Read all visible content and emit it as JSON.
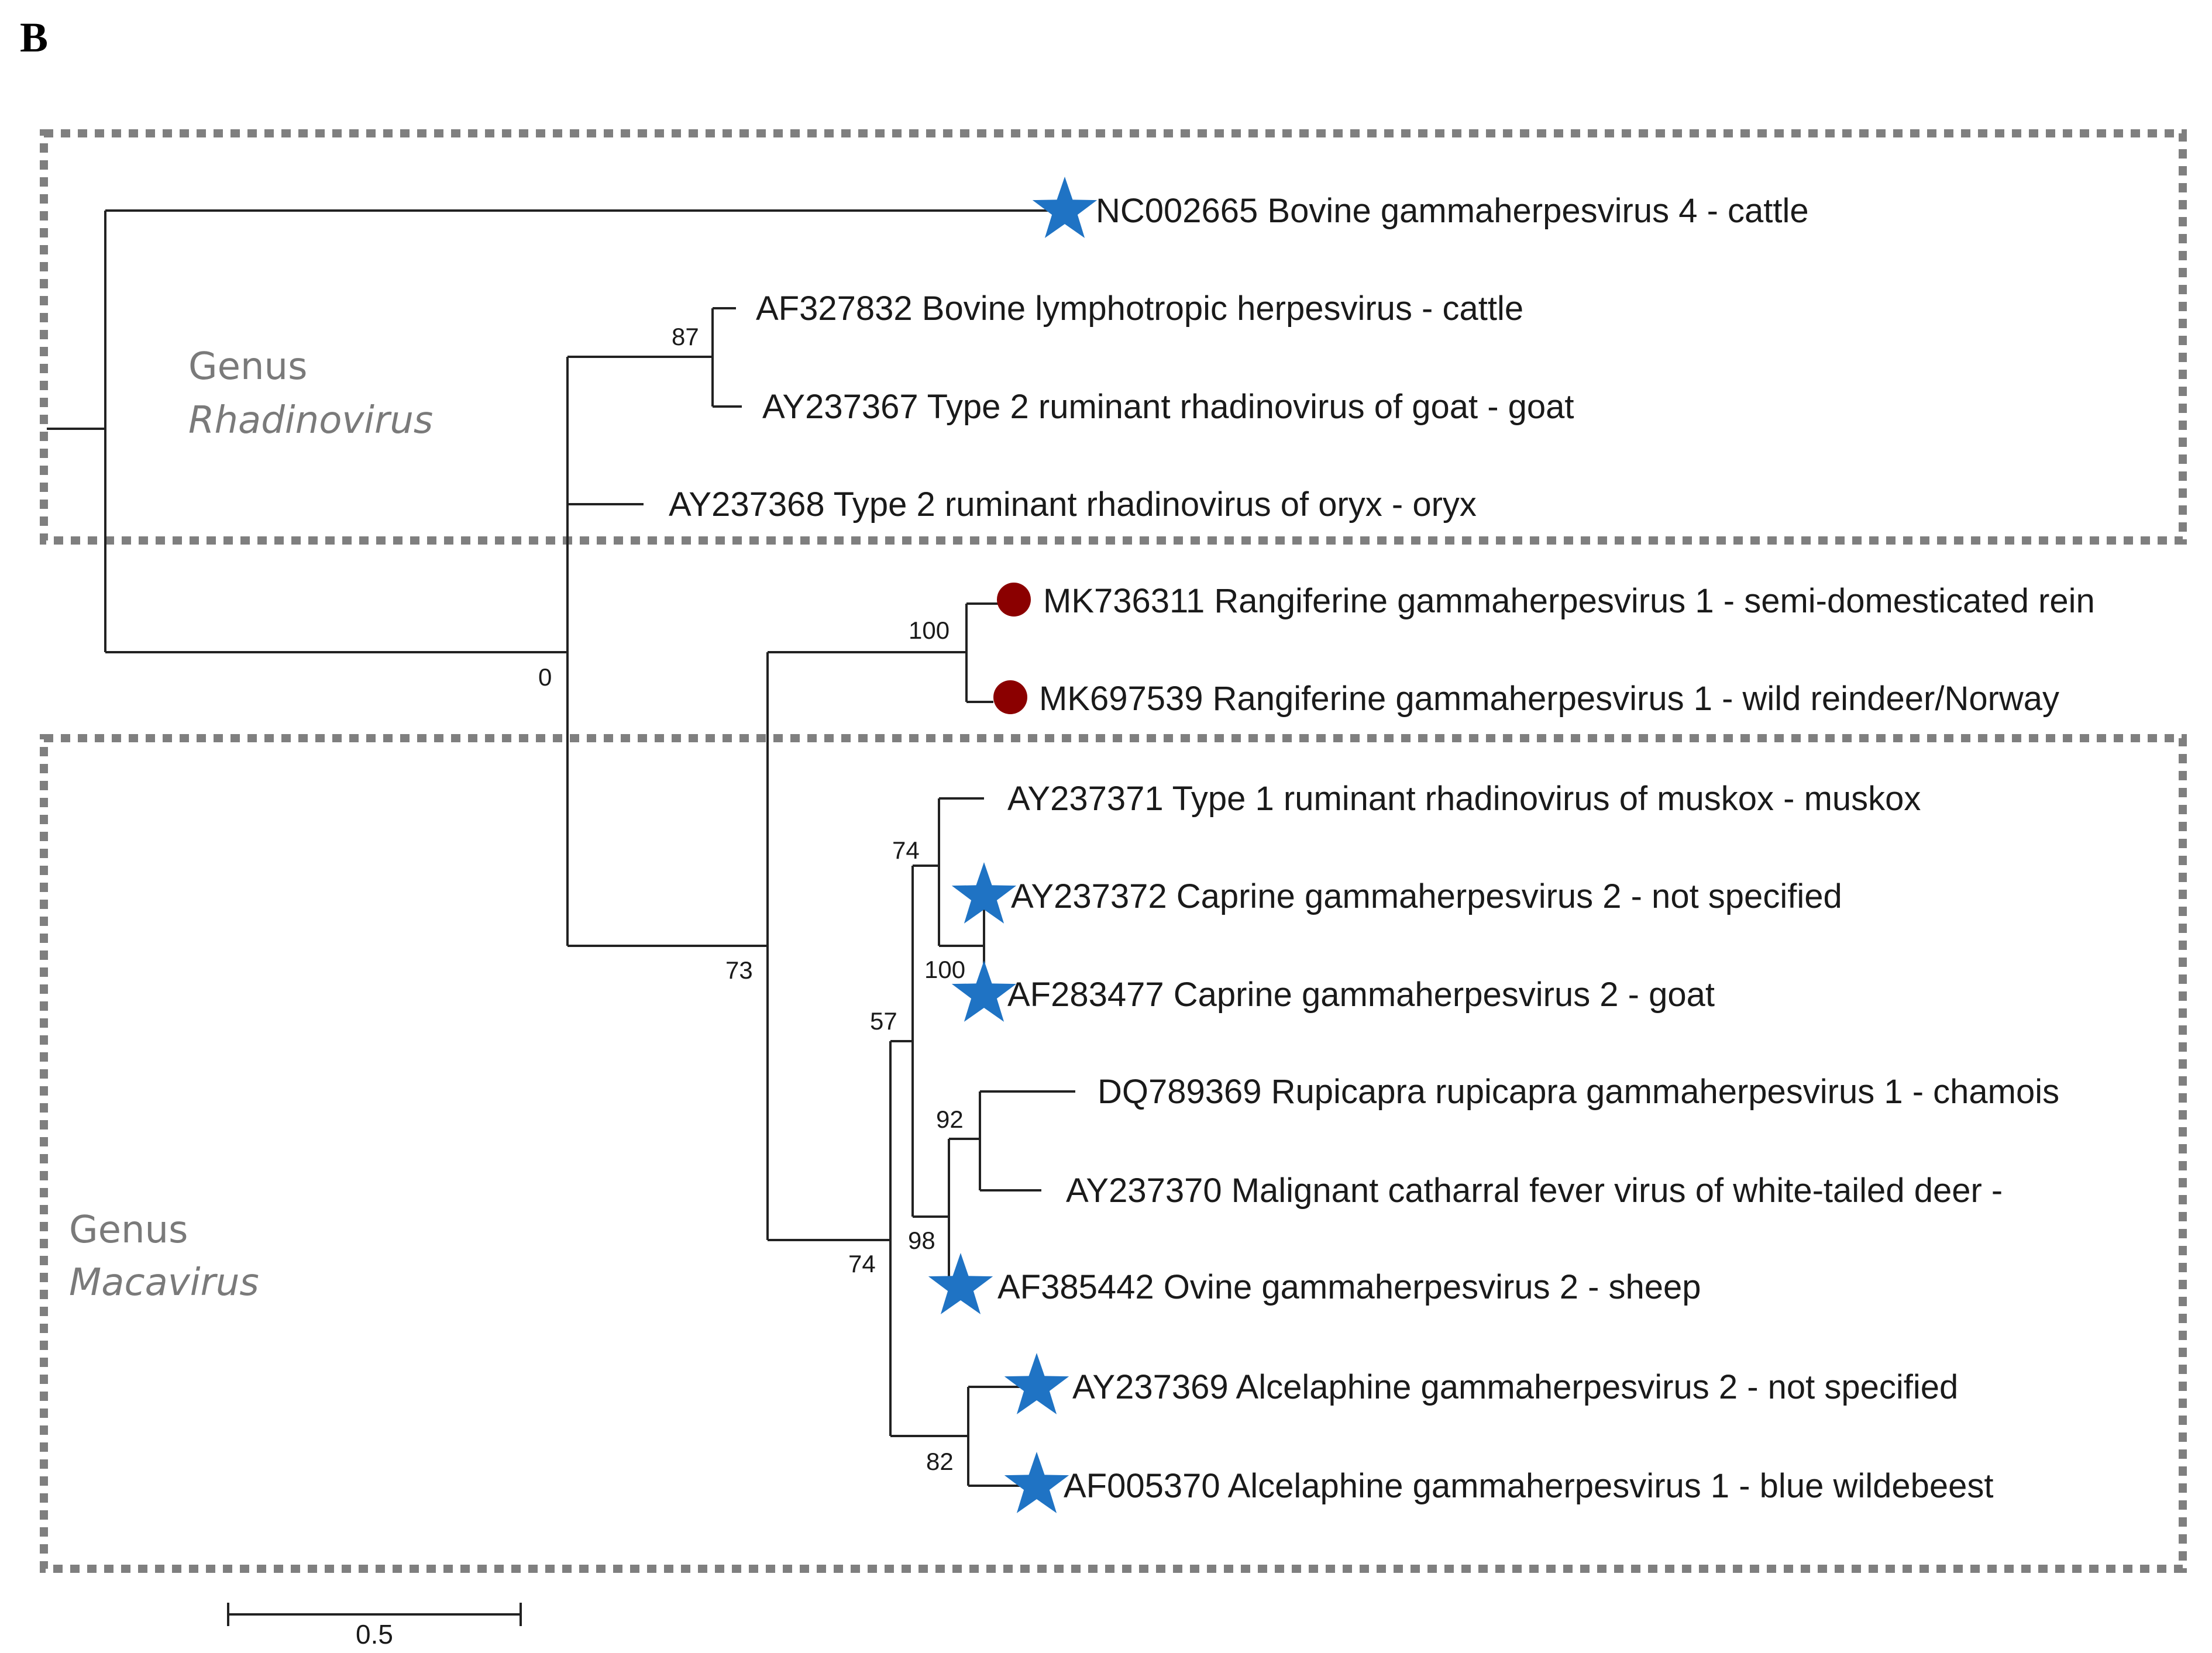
{
  "panel_label": "B",
  "genera": [
    {
      "id": "rhadinovirus",
      "line1": "Genus",
      "line2": "Rhadinovirus"
    },
    {
      "id": "macavirus",
      "line1": "Genus",
      "line2": "Macavirus"
    }
  ],
  "taxa": [
    {
      "id": "nc002665",
      "label": "NC002665 Bovine gammaherpesvirus 4 - cattle",
      "marker": "star"
    },
    {
      "id": "af327832",
      "label": "AF327832 Bovine lymphotropic herpesvirus - cattle",
      "marker": "none"
    },
    {
      "id": "ay237367",
      "label": "AY237367 Type 2 ruminant rhadinovirus of goat - goat",
      "marker": "none"
    },
    {
      "id": "ay237368",
      "label": "AY237368 Type 2 ruminant rhadinovirus of oryx - oryx",
      "marker": "none"
    },
    {
      "id": "mk736311",
      "label": "MK736311 Rangiferine gammaherpesvirus 1 - semi-domesticated rein",
      "marker": "circle"
    },
    {
      "id": "mk697539",
      "label": "MK697539 Rangiferine gammaherpesvirus 1 - wild reindeer/Norway",
      "marker": "circle"
    },
    {
      "id": "ay237371",
      "label": "AY237371 Type 1 ruminant rhadinovirus of muskox - muskox",
      "marker": "none"
    },
    {
      "id": "ay237372",
      "label": "AY237372 Caprine gammaherpesvirus 2 - not specified",
      "marker": "star"
    },
    {
      "id": "af283477",
      "label": "AF283477 Caprine gammaherpesvirus 2 - goat",
      "marker": "star"
    },
    {
      "id": "dq789369",
      "label": "DQ789369 Rupicapra rupicapra gammaherpesvirus 1 - chamois",
      "marker": "none"
    },
    {
      "id": "ay237370",
      "label": "AY237370 Malignant catharral fever virus of white-tailed deer -",
      "marker": "none"
    },
    {
      "id": "af385442",
      "label": "AF385442 Ovine gammaherpesvirus 2 - sheep",
      "marker": "star"
    },
    {
      "id": "ay237369",
      "label": "AY237369 Alcelaphine gammaherpesvirus 2 - not specified",
      "marker": "star"
    },
    {
      "id": "af005370",
      "label": "AF005370 Alcelaphine gammaherpesvirus 1 - blue wildebeest",
      "marker": "star"
    }
  ],
  "bootstrap": {
    "af327832_ay237367": "87",
    "rhadino_rangifer_macavirus": "0",
    "mk736311_mk697539": "100",
    "rangifer_macavirus": "73",
    "muskox_caprine": "74",
    "caprine": "100",
    "muskox_caprine_chamois_ovine": "57",
    "chamois_deer": "92",
    "chamois_deer_ovine": "98",
    "macavirus": "74",
    "alcelaphine": "82"
  },
  "scale_bar": {
    "label": "0.5"
  },
  "colors": {
    "star": "#1f73c4",
    "circle": "#8b0000",
    "box": "#7f7f7f",
    "branch": "#222222"
  }
}
